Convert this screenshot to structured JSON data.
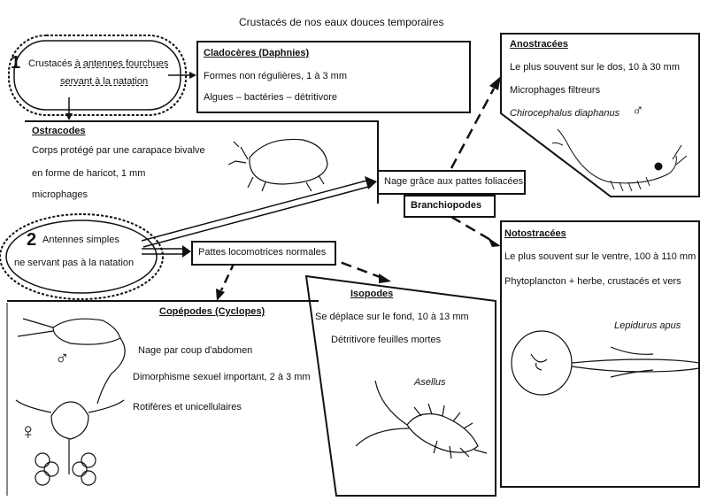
{
  "title": "Crustacés de nos eaux douces temporaires",
  "group1": {
    "number": "1",
    "line1_plain": "Crustacés ",
    "line1_bold": "à antennes fourchues",
    "line2": "servant à la natation"
  },
  "group2": {
    "number": "2",
    "line1": "Antennes simples",
    "line2": "ne servant pas à la natation"
  },
  "cladoceres": {
    "heading": "Cladocères (Daphnies)",
    "line1": "Formes non régulières, 1 à 3 mm",
    "line2": "Algues – bactéries – détritivore"
  },
  "ostracodes": {
    "heading": "Ostracodes",
    "line1": "Corps protégé par une carapace bivalve",
    "line2": "en forme de haricot, 1 mm",
    "line3": "microphages"
  },
  "nage": {
    "label": "Nage grâce aux pattes foliacées"
  },
  "branchiopodes": {
    "label": "Branchiopodes"
  },
  "pattes": {
    "label": "Pattes locomotrices normales"
  },
  "anostracees": {
    "heading": "Anostracées",
    "line1": "Le plus souvent sur le dos, 10 à 30 mm",
    "line2": "Microphages filtreurs",
    "species": "Chirocephalus diaphanus",
    "symbol": "♂"
  },
  "notostracees": {
    "heading": "Notostracées",
    "line1": "Le plus souvent sur le ventre, 100 à 110 mm",
    "line2": "Phytoplancton + herbe, crustacés et vers",
    "species": "Lepidurus apus"
  },
  "copepodes": {
    "heading": "Copépodes (Cyclopes)",
    "line1": "Nage par coup d'abdomen",
    "line2": "Dimorphisme sexuel important, 2 à 3 mm",
    "line3": "Rotifères et unicellulaires",
    "male": "♂",
    "female": "♀"
  },
  "isopodes": {
    "heading": "Isopodes",
    "line1": "Se déplace sur le fond, 10 à 13 mm",
    "line2": "Détritivore feuilles mortes",
    "species": "Asellus"
  }
}
